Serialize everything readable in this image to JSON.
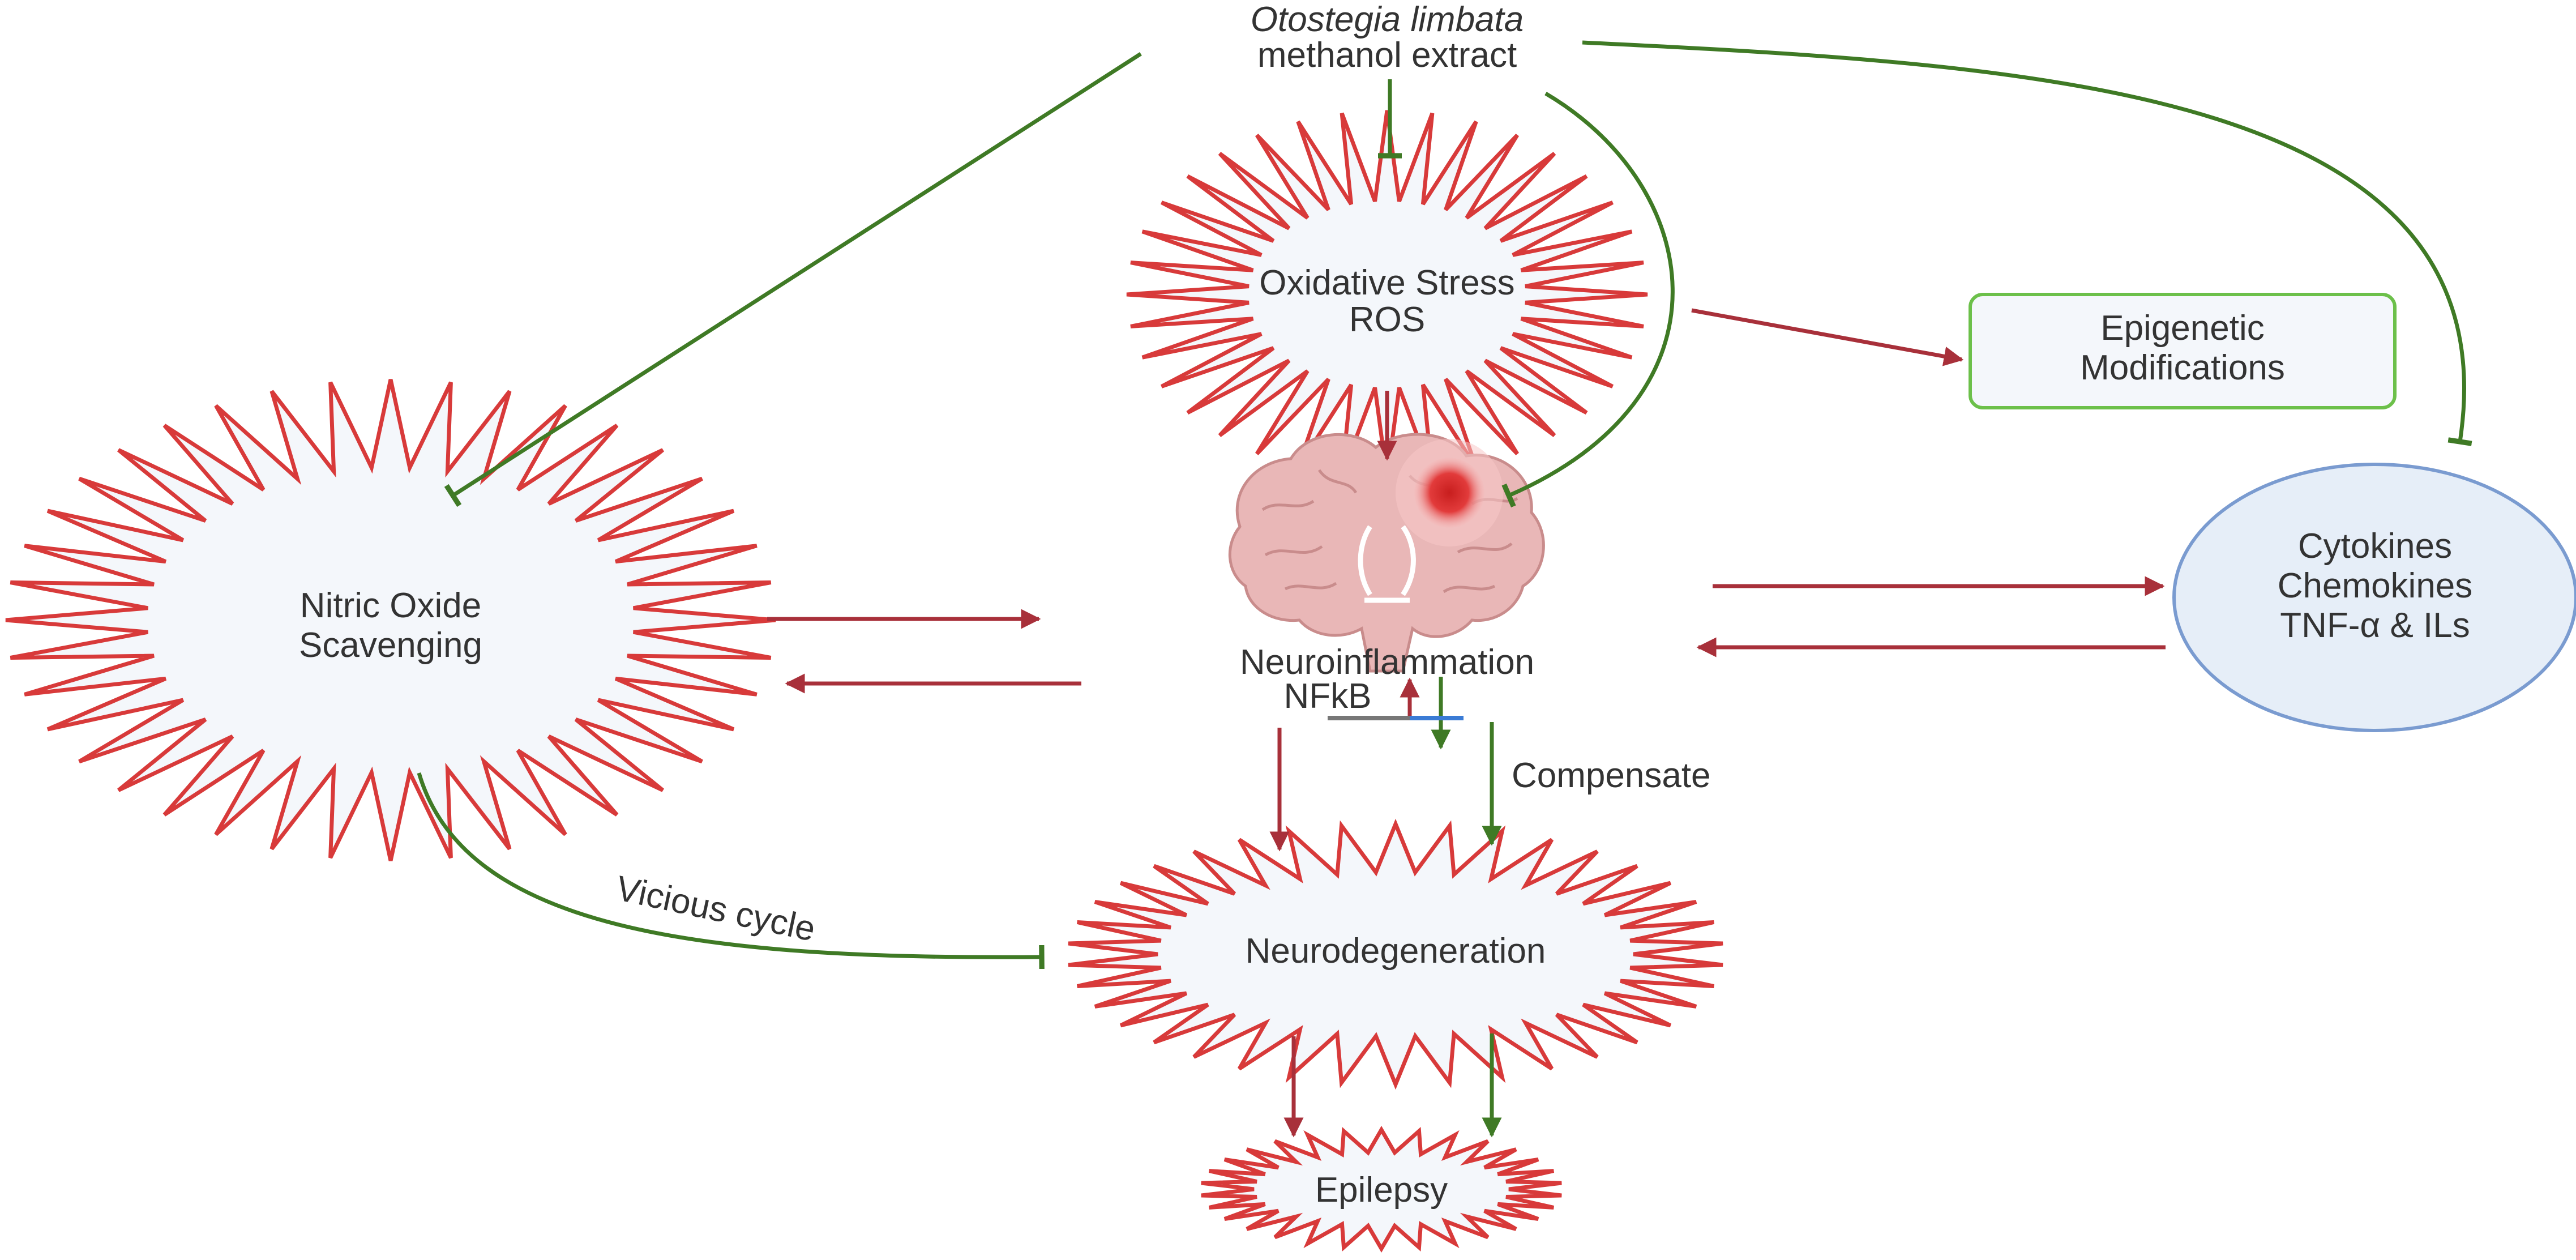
{
  "source": {
    "title": "Otostegia limbata",
    "subtitle": "methanol extract"
  },
  "nodes": {
    "oxidative_stress": [
      "Oxidative Stress",
      "ROS"
    ],
    "epigenetic": [
      "Epigenetic",
      "Modifications"
    ],
    "nitric_oxide": [
      "Nitric Oxide",
      "Scavenging"
    ],
    "neuroinflammation": [
      "Neuroinflammation",
      "NFkB"
    ],
    "cytokines": [
      "Cytokines",
      "Chemokines",
      "TNF-α & ILs"
    ],
    "neurodegeneration": "Neurodegeneration",
    "epilepsy": "Epilepsy"
  },
  "edge_labels": {
    "compensate": "Compensate",
    "vicious_cycle": "Vicious cycle"
  },
  "colors": {
    "activation": "#a8303a",
    "inhibition": "#3f7a25",
    "burst_outline": "#d83a3a",
    "box_outline": "#6cc04a",
    "circle_outline": "#7a9bd0",
    "node_fill": "#f4f7fb"
  },
  "icons": {
    "brain": "brain-icon"
  }
}
